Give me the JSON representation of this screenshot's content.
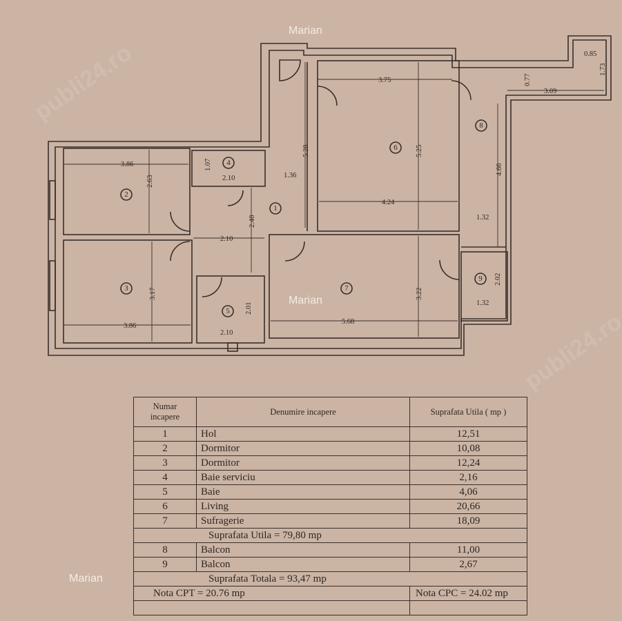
{
  "watermarks": {
    "author": "Marian",
    "site": "publi24.ro"
  },
  "floor_plan": {
    "rooms": [
      "1",
      "2",
      "3",
      "4",
      "5",
      "6",
      "7",
      "8",
      "9"
    ],
    "dimensions": {
      "r2_width": "3.86",
      "r2_height": "2.63",
      "r4_height": "1.07",
      "r4_width": "2.10",
      "hall_width_top": "1.36",
      "hall_height_top": "5.28",
      "r6_width_top": "3.75",
      "r6_height": "5.25",
      "r6_width": "4.24",
      "bal8_depth_top": "0.77",
      "bal8_len_top": "3.09",
      "bal8_end_w": "0.85",
      "bal8_end_h": "1.73",
      "bal8_height": "4.66",
      "bal8_width": "1.32",
      "hall_height": "2.48",
      "hall_width": "2.10",
      "r3_height": "3.17",
      "r3_width": "3.86",
      "r5_height": "2.01",
      "r5_width": "2.10",
      "r7_width": "5.68",
      "r7_height": "3.22",
      "r9_height": "2.02",
      "r9_width": "1.32"
    }
  },
  "table": {
    "headers": {
      "number": "Numar incapere",
      "name": "Denumire  incapere",
      "area": "Suprafata Utila ( mp )"
    },
    "rows": [
      {
        "n": "1",
        "name": "Hol",
        "area": "12,51"
      },
      {
        "n": "2",
        "name": "Dormitor",
        "area": "10,08"
      },
      {
        "n": "3",
        "name": "Dormitor",
        "area": "12,24"
      },
      {
        "n": "4",
        "name": "Baie serviciu",
        "area": "2,16"
      },
      {
        "n": "5",
        "name": "Baie",
        "area": "4,06"
      },
      {
        "n": "6",
        "name": "Living",
        "area": "20,66"
      },
      {
        "n": "7",
        "name": "Sufragerie",
        "area": "18,09"
      }
    ],
    "usable_total": "Suprafata Utila =  79,80 mp",
    "balconies": [
      {
        "n": "8",
        "name": "Balcon",
        "area": "11,00"
      },
      {
        "n": "9",
        "name": "Balcon",
        "area": "2,67"
      }
    ],
    "grand_total": "Suprafata Totala =  93,47 mp",
    "nota_cpt": "Nota CPT = 20.76 mp",
    "nota_cpc": "Nota CPC = 24.02 mp"
  }
}
